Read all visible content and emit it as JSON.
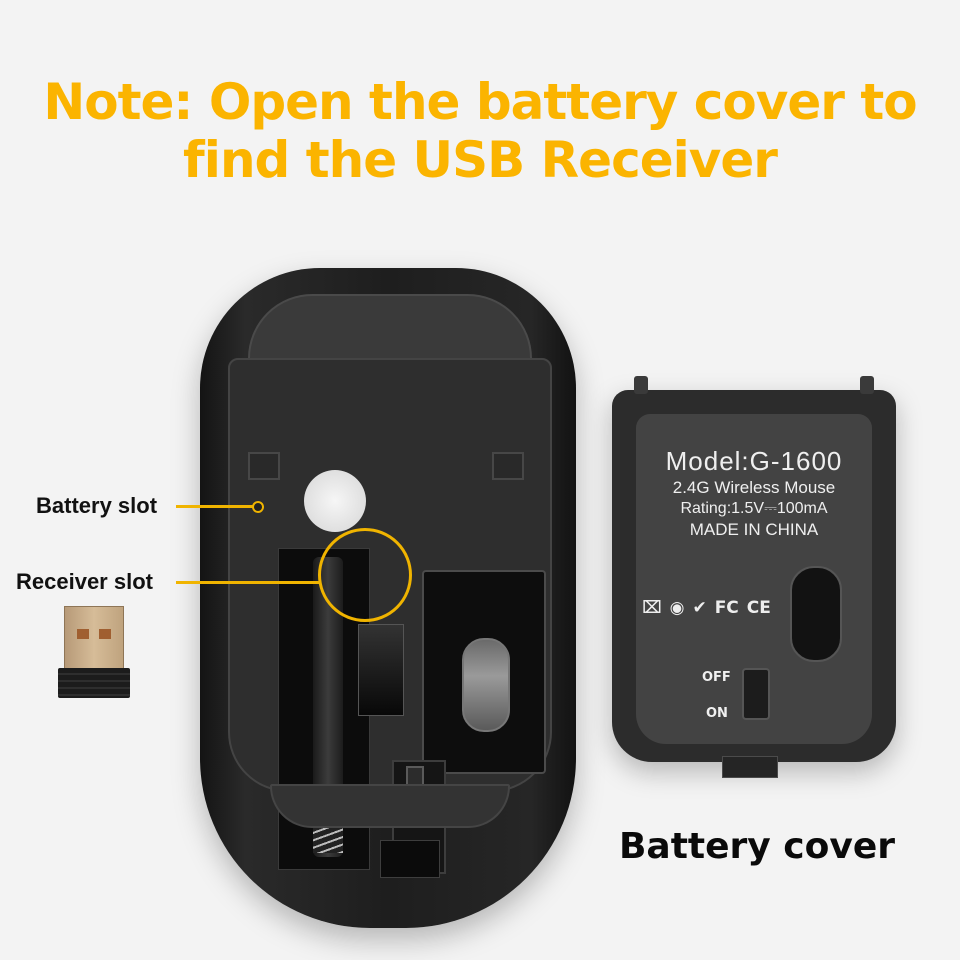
{
  "headline": {
    "line1": "Note: Open the battery cover to",
    "line2": "find the USB Receiver",
    "color": "#fbb400"
  },
  "callouts": {
    "battery_slot": "Battery slot",
    "receiver_slot": "Receiver slot",
    "accent_color": "#f0b400"
  },
  "battery_cover": {
    "model": "Model:G-1600",
    "subtitle": "2.4G Wireless Mouse",
    "rating": "Rating:1.5V⎓100mA",
    "origin": "MADE IN CHINA",
    "cert_icons": [
      "weee-bin-icon",
      "rohs-icon",
      "c-tick-icon",
      "fcc-icon",
      "ce-icon"
    ],
    "cert_glyphs": [
      "⌧",
      "◉",
      "✔",
      "FC",
      "CE"
    ],
    "switch_off": "OFF",
    "switch_on": "ON",
    "caption": "Battery cover"
  }
}
